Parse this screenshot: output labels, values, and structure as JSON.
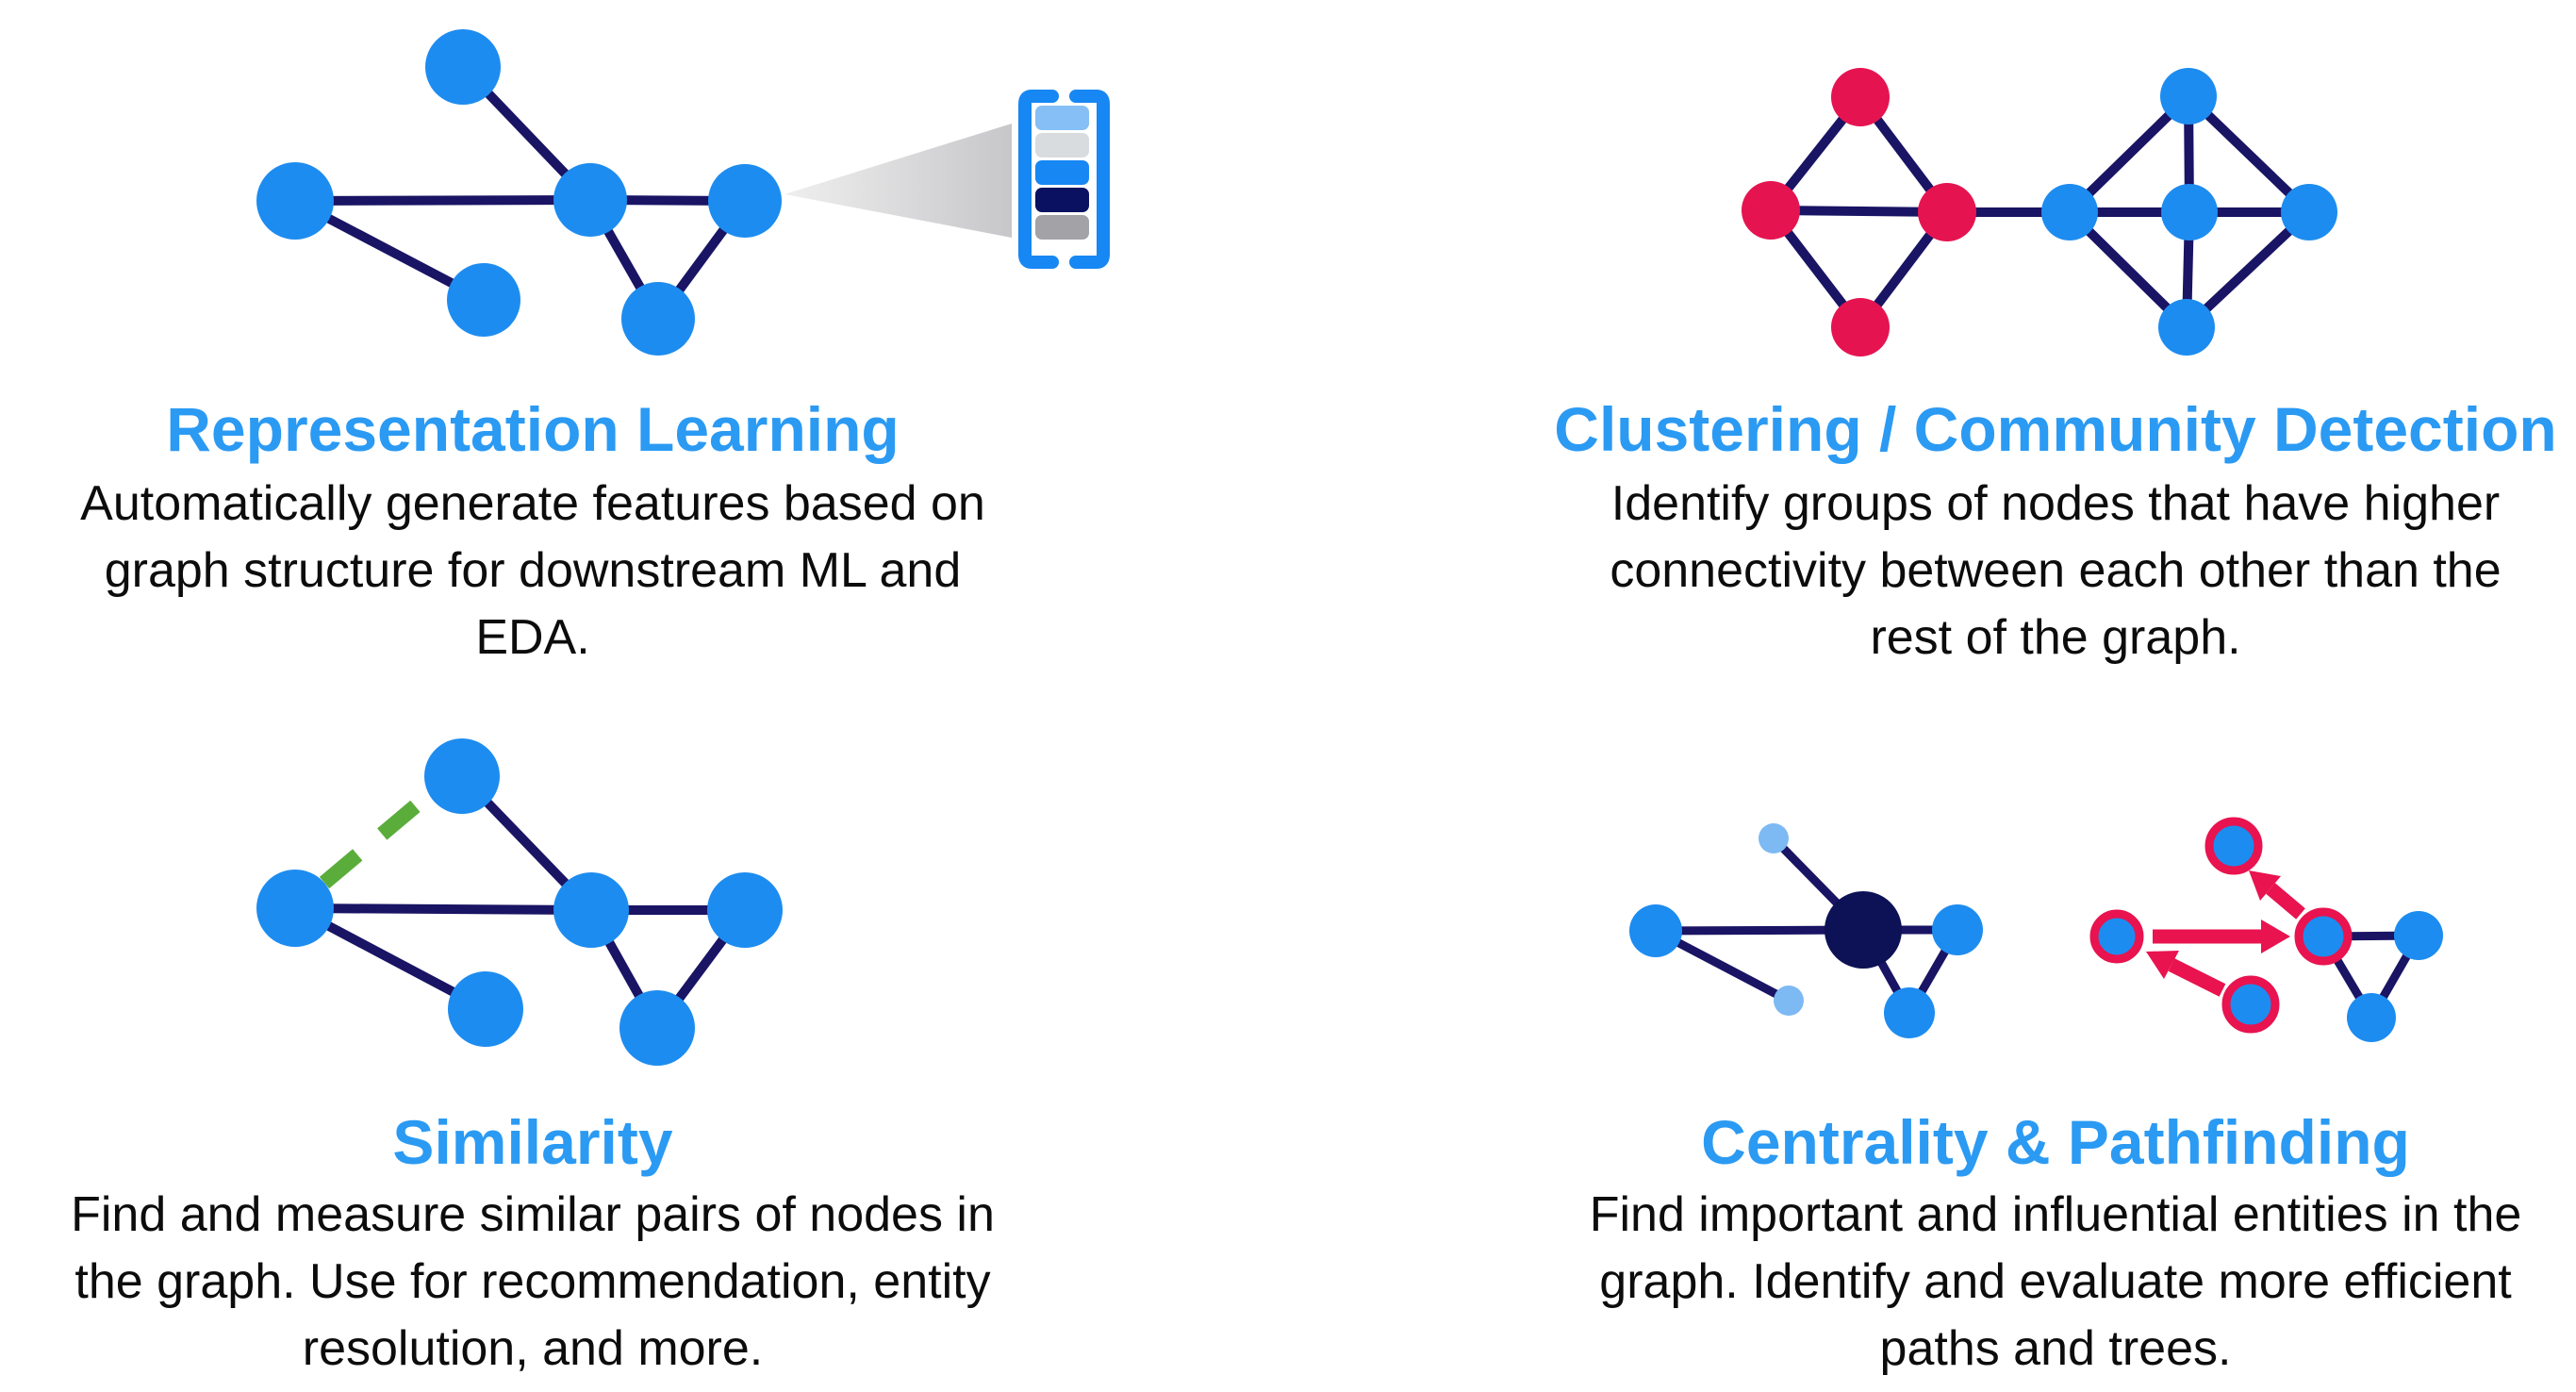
{
  "palette": {
    "node_blue": "#1d8cf0",
    "node_light_blue": "#7db9f3",
    "node_red": "#e51450",
    "edge_navy": "#1a1464",
    "hub_navy": "#0d1155",
    "arrow_red": "#e8134f",
    "green_dashed": "#5aad3b",
    "title_blue": "#2b9af3",
    "bracket_blue": "#1787f3",
    "bar_light_blue": "#85bff5",
    "bar_light_gray": "#d9dcdf",
    "bar_blue": "#1787f3",
    "bar_navy": "#0a1160",
    "bar_gray": "#a3a3a7",
    "beam_gray": "#cdcdd0",
    "background": "#ffffff"
  },
  "quadrants": {
    "representation_learning": {
      "title": "Representation Learning",
      "body_lines": [
        "Automatically generate features based on",
        "graph structure for downstream ML and",
        "EDA."
      ],
      "icons": [
        "graph-icon",
        "projection-beam-icon",
        "embedding-vector-icon"
      ]
    },
    "clustering": {
      "title": "Clustering / Community Detection",
      "body_lines": [
        "Identify groups of nodes that have higher",
        "connectivity between each other than the",
        "rest of the graph."
      ],
      "icons": [
        "two-communities-graph-icon"
      ]
    },
    "similarity": {
      "title": "Similarity",
      "body_lines": [
        "Find and measure similar pairs of nodes in",
        "the graph. Use for recommendation, entity",
        "resolution, and more."
      ],
      "icons": [
        "graph-icon",
        "similar-pair-dashed-edge-icon"
      ]
    },
    "centrality_pathfinding": {
      "title": "Centrality & Pathfinding",
      "body_lines": [
        "Find important and influential entities in the",
        "graph. Identify and evaluate more efficient",
        "paths and trees."
      ],
      "icons": [
        "centrality-hub-graph-icon",
        "path-arrows-graph-icon"
      ]
    }
  }
}
